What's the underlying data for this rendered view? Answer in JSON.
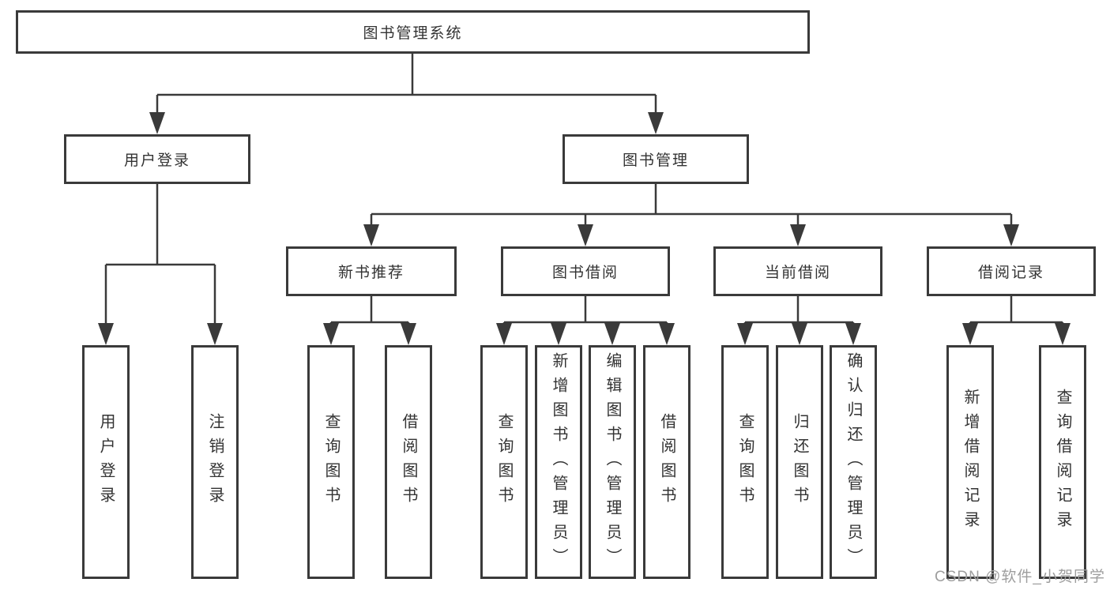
{
  "tree": {
    "root": {
      "label": "图书管理系统"
    },
    "branches": [
      {
        "label": "用户登录",
        "children": [
          {
            "label": "用户登录"
          },
          {
            "label": "注销登录"
          }
        ]
      },
      {
        "label": "图书管理",
        "children": [
          {
            "label": "新书推荐",
            "children": [
              {
                "label": "查询图书"
              },
              {
                "label": "借阅图书"
              }
            ]
          },
          {
            "label": "图书借阅",
            "children": [
              {
                "label": "查询图书"
              },
              {
                "label": "新增图书（管理员）"
              },
              {
                "label": "编辑图书（管理员）"
              },
              {
                "label": "借阅图书"
              }
            ]
          },
          {
            "label": "当前借阅",
            "children": [
              {
                "label": "查询图书"
              },
              {
                "label": "归还图书"
              },
              {
                "label": "确认归还（管理员）"
              }
            ]
          },
          {
            "label": "借阅记录",
            "children": [
              {
                "label": "新增借阅记录"
              },
              {
                "label": "查询借阅记录"
              }
            ]
          }
        ]
      }
    ]
  },
  "watermark": {
    "text": "CSDN @软件_小贺同学"
  },
  "colors": {
    "line": "#3a3a3a",
    "text": "#333333",
    "watermark": "#9e9e9e",
    "background": "#ffffff"
  }
}
